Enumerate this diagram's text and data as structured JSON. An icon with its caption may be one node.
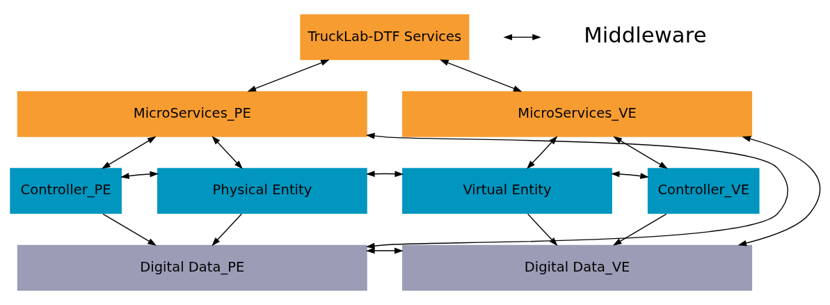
{
  "diagram": {
    "nodes": [
      {
        "text": [
          "TruckLab-DTF Services"
        ]
      },
      {
        "text": [
          "MicroServices_PE"
        ]
      },
      {
        "text": [
          "MicroServices_VE"
        ]
      },
      {
        "text": [
          "Controller_PE"
        ]
      },
      {
        "text": [
          "Physical Entity"
        ]
      },
      {
        "text": [
          "Virtual Entity"
        ]
      },
      {
        "text": [
          "Controller_VE"
        ]
      },
      {
        "text": [
          "Digital Data_PE"
        ]
      },
      {
        "text": [
          "Digital Data_VE"
        ]
      }
    ],
    "edges": [
      {
        "from": 0,
        "to": 1,
        "arrow": "both"
      },
      {
        "from": 0,
        "to": 2,
        "arrow": "both"
      },
      {
        "from": 1,
        "to": 3,
        "arrow": "both"
      },
      {
        "from": 1,
        "to": 4,
        "arrow": "both"
      },
      {
        "from": 2,
        "to": 5,
        "arrow": "both"
      },
      {
        "from": 2,
        "to": 6,
        "arrow": "both"
      },
      {
        "from": 3,
        "to": 4,
        "arrow": "both"
      },
      {
        "from": 4,
        "to": 5,
        "arrow": "both"
      },
      {
        "from": 5,
        "to": 6,
        "arrow": "both"
      },
      {
        "from": 3,
        "to": 7,
        "arrow": "to"
      },
      {
        "from": 4,
        "to": 7,
        "arrow": "to"
      },
      {
        "from": 5,
        "to": 8,
        "arrow": "to"
      },
      {
        "from": 6,
        "to": 8,
        "arrow": "to"
      },
      {
        "from": 7,
        "to": 8,
        "arrow": "both"
      },
      {
        "from": 1,
        "to": 7,
        "arrow": "both"
      },
      {
        "from": 2,
        "to": 8,
        "arrow": "both"
      }
    ],
    "legend": [
      {
        "text": "Middleware"
      }
    ]
  }
}
